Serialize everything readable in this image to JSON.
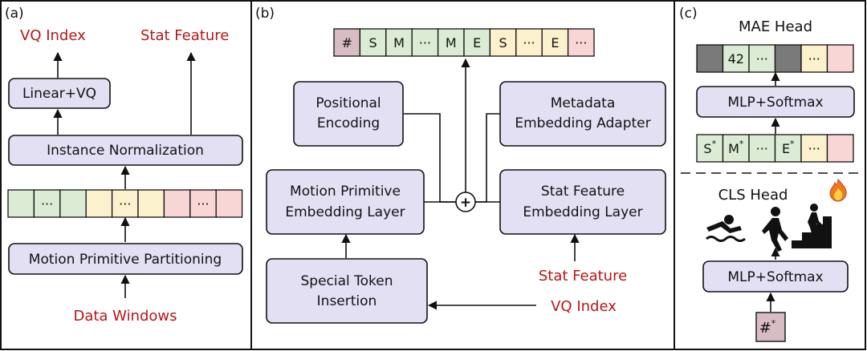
{
  "colors": {
    "box_fill": "#e4e0f4",
    "red_text": "#b81414",
    "green_cell": "#dcecd4",
    "yellow_cell": "#fbf1cc",
    "pink_cell": "#f8d6d6",
    "mauve_cell": "#d8bcc4",
    "gray_cell": "#7a7a7a"
  },
  "panel_a": {
    "label": "(a)",
    "vq_index": "VQ Index",
    "stat_feature": "Stat Feature",
    "linear_vq": "Linear+VQ",
    "instance_norm": "Instance Normalization",
    "row_cells": [
      "",
      "···",
      "",
      "",
      "···",
      "",
      "",
      "···",
      ""
    ],
    "mpp": "Motion Primitive Partitioning",
    "data_windows": "Data Windows"
  },
  "panel_b": {
    "label": "(b)",
    "top_tokens": [
      "#",
      "S",
      "M",
      "···",
      "M",
      "E",
      "S",
      "···",
      "E",
      "···"
    ],
    "pos_enc": [
      "Positional",
      "Encoding"
    ],
    "meta_adapter": [
      "Metadata",
      "Embedding Adapter"
    ],
    "mpe_layer": [
      "Motion Primitive",
      "Embedding Layer"
    ],
    "sfe_layer": [
      "Stat Feature",
      "Embedding Layer"
    ],
    "sti": [
      "Special Token",
      "Insertion"
    ],
    "plus": "+",
    "stat_feature": "Stat Feature",
    "vq_index": "VQ Index"
  },
  "panel_c": {
    "label": "(c)",
    "mae_head": "MAE Head",
    "top_cells": [
      "",
      "42",
      "···",
      "",
      "···",
      ""
    ],
    "mlp_softmax_top": "MLP+Softmax",
    "bottom_cells": [
      {
        "base": "S",
        "sup": "*"
      },
      {
        "base": "M",
        "sup": "*"
      },
      {
        "base": "···",
        "sup": ""
      },
      {
        "base": "E",
        "sup": "*"
      },
      {
        "base": "···",
        "sup": ""
      },
      {
        "base": "",
        "sup": ""
      }
    ],
    "cls_head": "CLS Head",
    "mlp_softmax_bottom": "MLP+Softmax",
    "cls_token": {
      "base": "#",
      "sup": "*"
    },
    "icons": [
      "fire-icon",
      "swimmer-icon",
      "walker-icon",
      "stairs-climber-icon"
    ]
  }
}
